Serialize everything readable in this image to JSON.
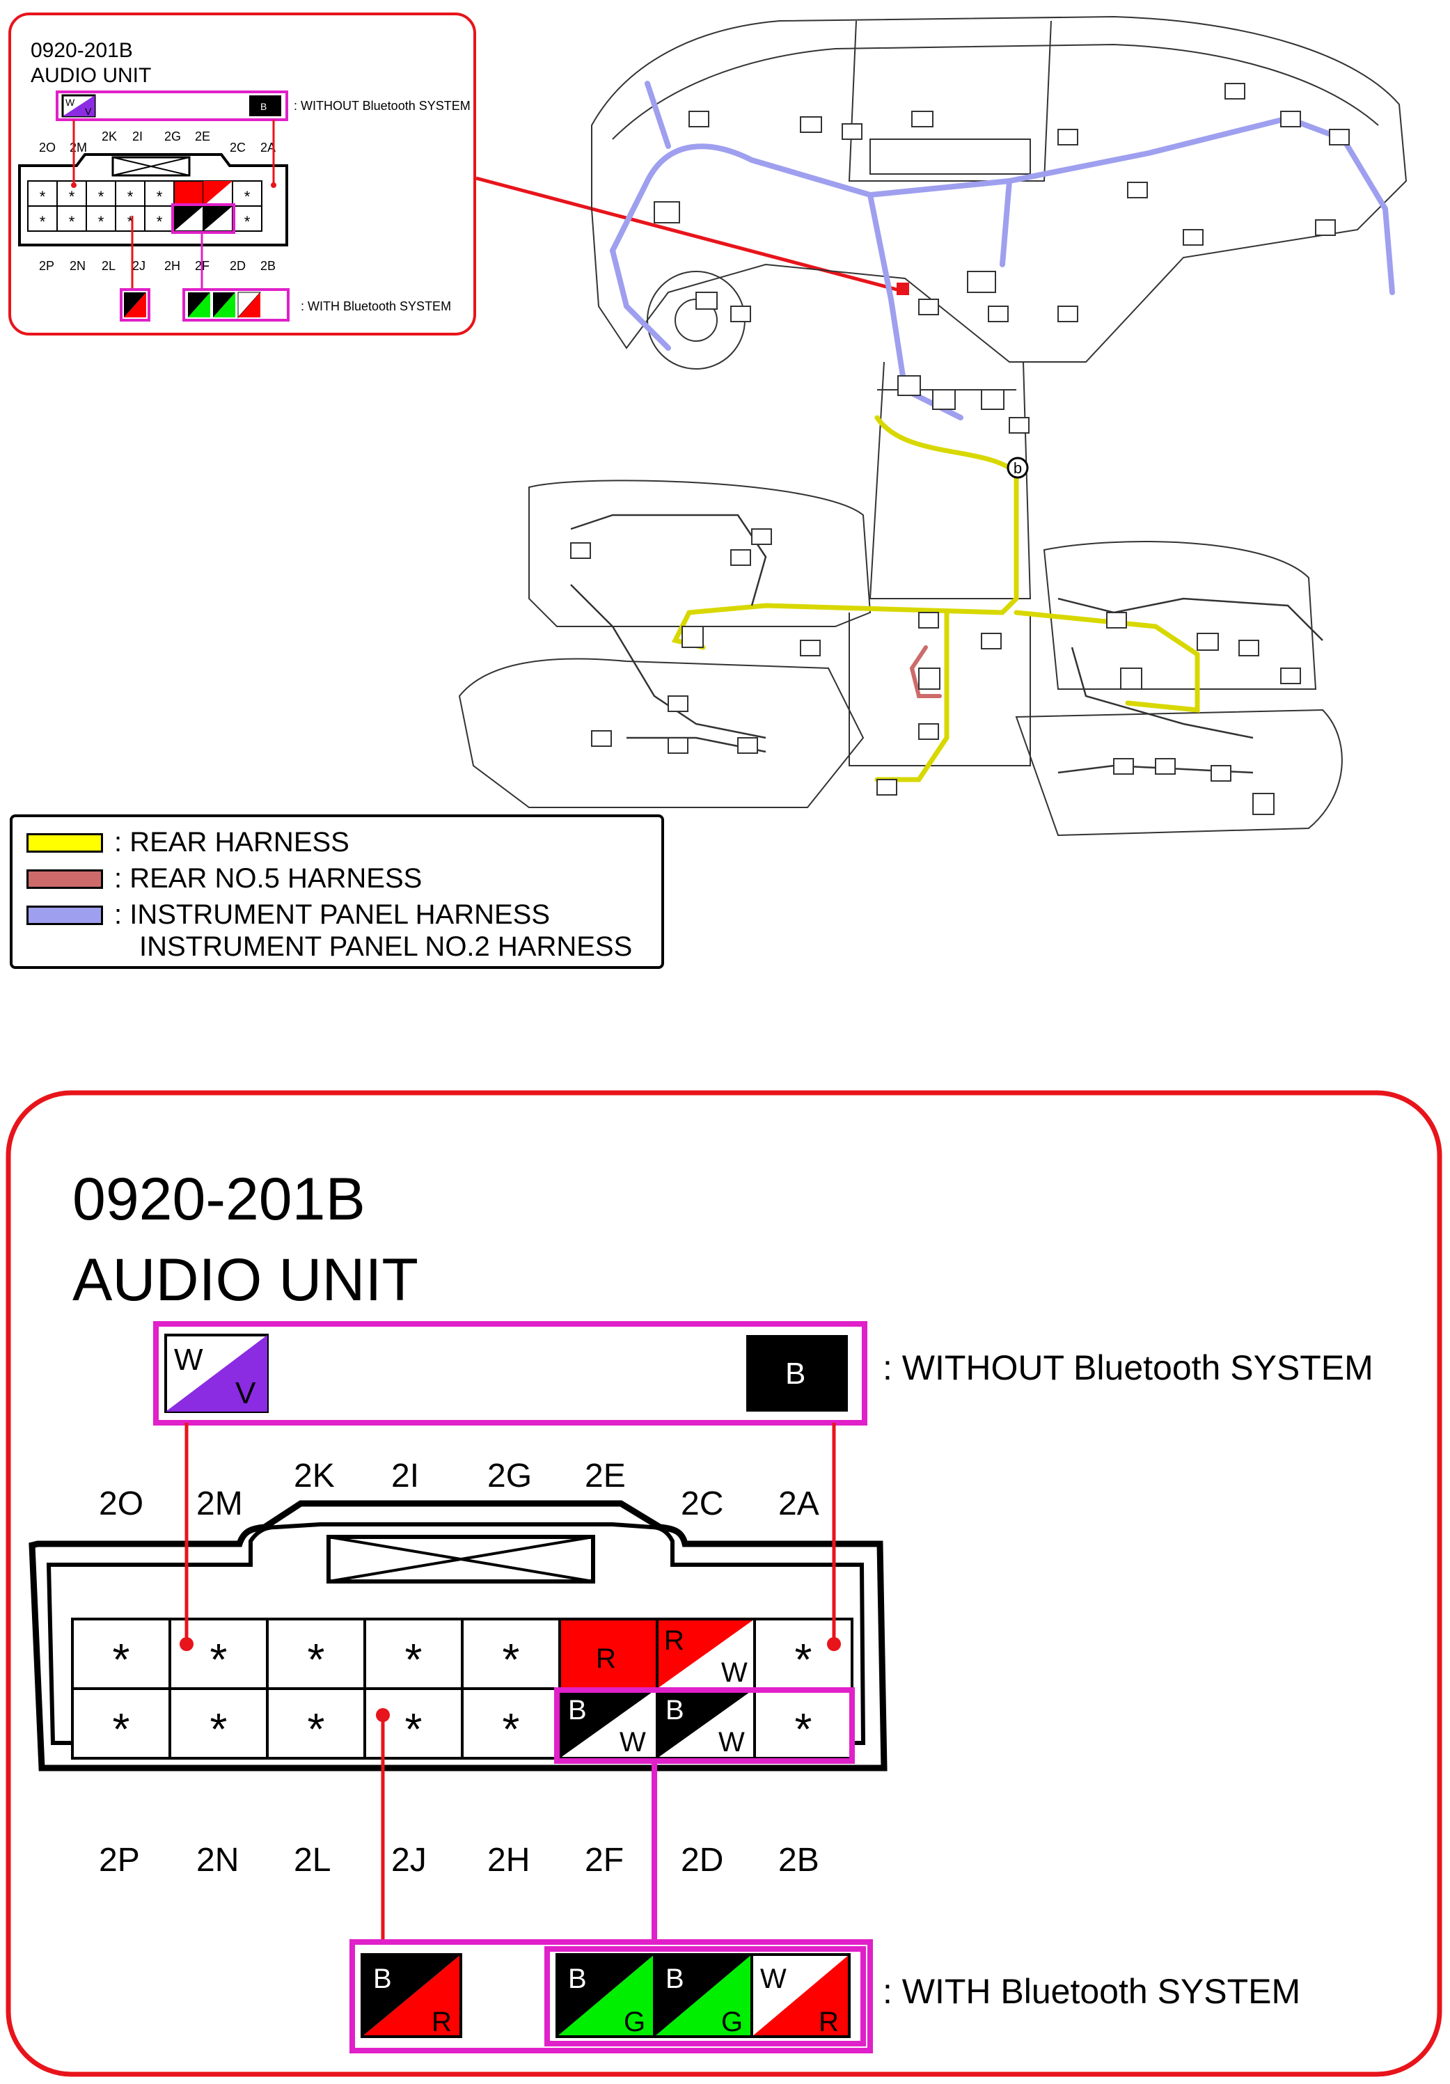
{
  "thumbnail": {
    "code": "0920-201B",
    "name": "AUDIO UNIT",
    "without_label": ": WITHOUT Bluetooth SYSTEM",
    "with_label": ": WITH Bluetooth SYSTEM"
  },
  "legend": {
    "items": [
      {
        "label": ": REAR HARNESS",
        "color": "#ffff00"
      },
      {
        "label": ": REAR NO.5 HARNESS",
        "color": "#cd6b6b"
      },
      {
        "label": ": INSTRUMENT PANEL HARNESS",
        "color": "#9f9fef"
      }
    ],
    "extra_line": "INSTRUMENT PANEL NO.2 HARNESS"
  },
  "harness_callout": "b",
  "connector": {
    "code": "0920-201B",
    "name": "AUDIO UNIT",
    "without_label": ": WITHOUT Bluetooth SYSTEM",
    "with_label": ": WITH Bluetooth SYSTEM",
    "top_pins_outer": [
      "2O",
      "2M",
      "2C",
      "2A"
    ],
    "top_pins_inner": [
      "2K",
      "2I",
      "2G",
      "2E"
    ],
    "bottom_pins": [
      "2P",
      "2N",
      "2L",
      "2J",
      "2H",
      "2F",
      "2D",
      "2B"
    ],
    "star": "*",
    "top_row_wires": {
      "2E": {
        "letters": [
          "R"
        ],
        "color": "#ff0000"
      },
      "2C": {
        "letters": [
          "R",
          "W"
        ],
        "colors": [
          "#ff0000",
          "#ffffff"
        ]
      }
    },
    "bottom_row_wires": {
      "2F": {
        "letters": [
          "B",
          "W"
        ]
      },
      "2D": {
        "letters": [
          "B",
          "W"
        ]
      }
    },
    "without_bt_wires": [
      {
        "letters": [
          "W",
          "V"
        ],
        "colors": [
          "#ffffff",
          "#8b2be2"
        ]
      },
      {
        "letters": [
          "B"
        ],
        "colors": [
          "#000000"
        ]
      }
    ],
    "with_bt_wires": [
      {
        "letters": [
          "B",
          "R"
        ],
        "colors": [
          "#000000",
          "#ff0000"
        ]
      },
      {
        "letters": [
          "B",
          "G"
        ],
        "colors": [
          "#000000",
          "#00ee00"
        ]
      },
      {
        "letters": [
          "B",
          "G"
        ],
        "colors": [
          "#000000",
          "#00ee00"
        ]
      },
      {
        "letters": [
          "W",
          "R"
        ],
        "colors": [
          "#ffffff",
          "#ff0000"
        ]
      }
    ]
  }
}
